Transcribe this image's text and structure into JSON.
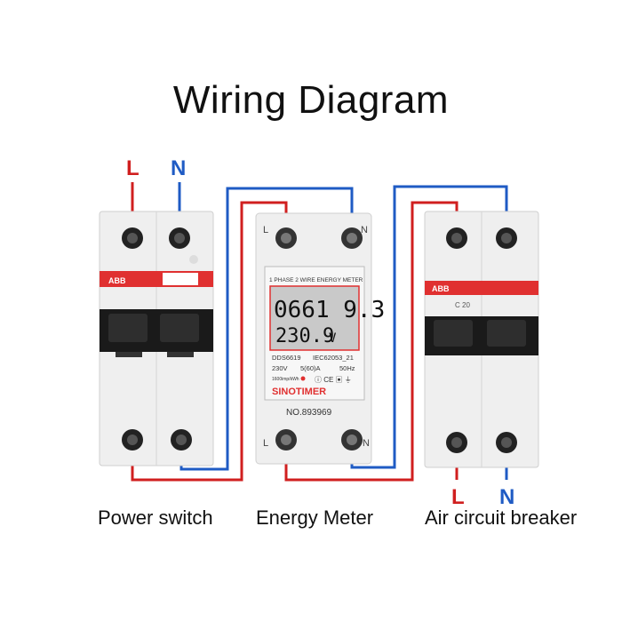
{
  "title": "Wiring Diagram",
  "labels": {
    "left_top_L": "L",
    "left_top_N": "N",
    "right_bottom_L": "L",
    "right_bottom_N": "N",
    "meter_L_top": "L",
    "meter_N_top": "N",
    "meter_L_bottom": "L",
    "meter_N_bottom": "N"
  },
  "captions": {
    "power_switch": "Power switch",
    "energy_meter": "Energy Meter",
    "air_breaker": "Air circuit breaker"
  },
  "breaker_left": {
    "brand": "ABB"
  },
  "breaker_right": {
    "brand": "ABB",
    "rating": "C 20"
  },
  "meter": {
    "header": "1 PHASE 2 WIRE ENERGY METER",
    "reading_main": "0661 9.3",
    "reading_voltage": "230.9",
    "voltage_unit": "V",
    "model": "DDS6619",
    "standard": "IEC62053_21",
    "voltage": "230V",
    "current": "5(60)A",
    "frequency": "50Hz",
    "imp": "1600imp/kWh",
    "brand": "SINOTIMER",
    "serial": "NO.893969"
  },
  "colors": {
    "live": "#d01f1f",
    "neutral": "#1f5bc4",
    "device_body": "#efefef",
    "lever": "#1a1a1a",
    "brand_strip": "#e03030",
    "lcd": "#c9c9c9"
  }
}
